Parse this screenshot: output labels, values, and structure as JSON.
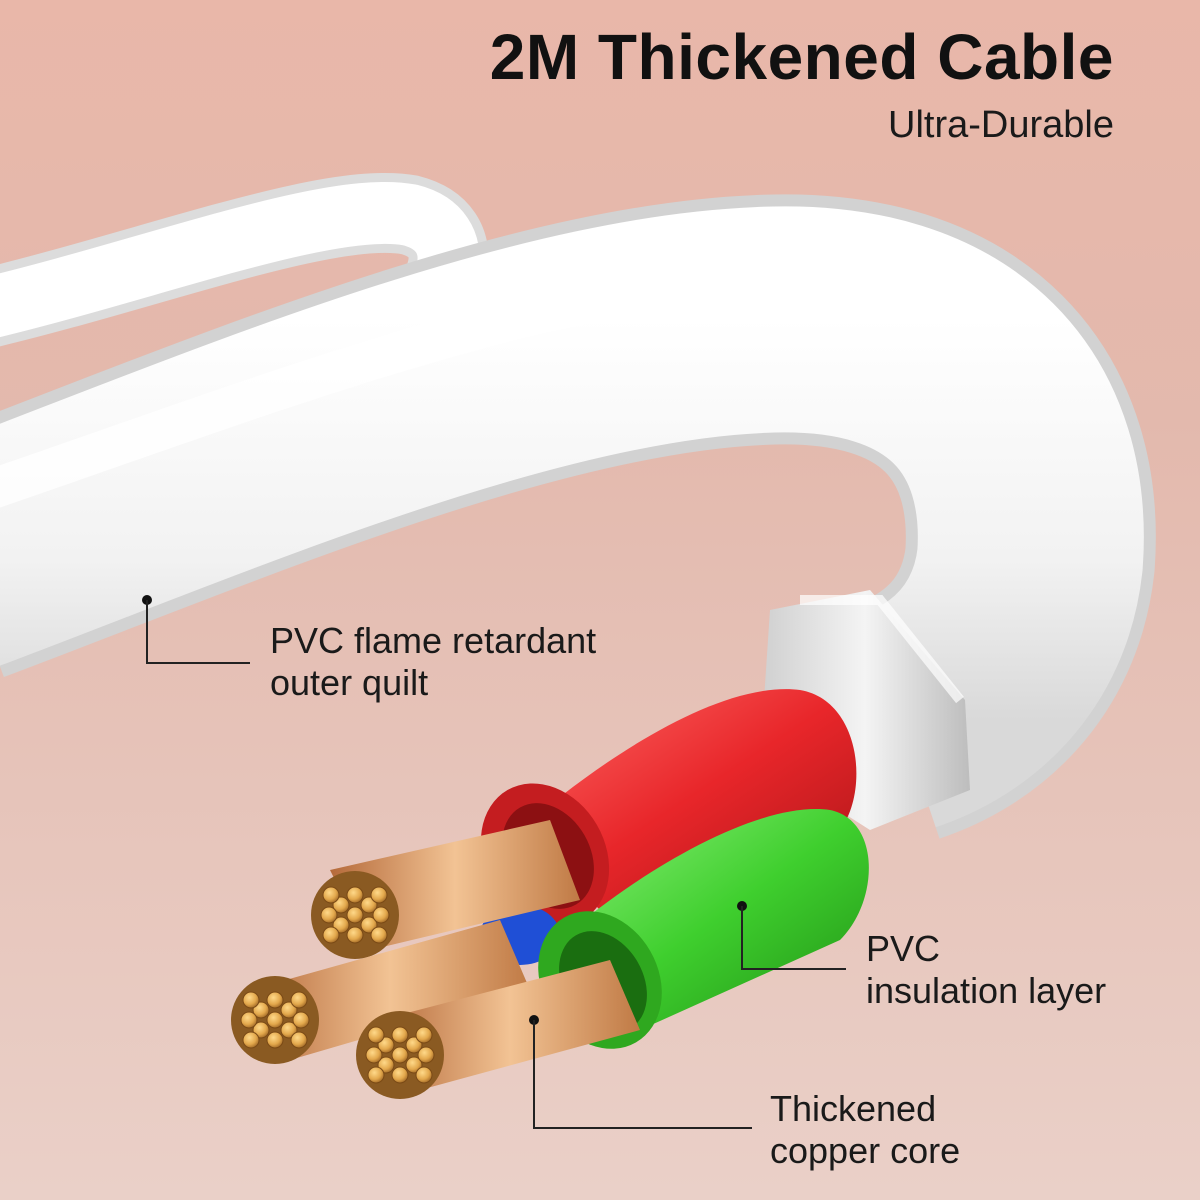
{
  "header": {
    "title": "2M Thickened Cable",
    "subtitle": "Ultra-Durable"
  },
  "callouts": {
    "outer": {
      "line1": "PVC flame retardant",
      "line2": "outer quilt"
    },
    "insulation": {
      "line1": "PVC",
      "line2": "insulation layer"
    },
    "copper": {
      "line1": "Thickened",
      "line2": "copper core"
    }
  },
  "colors": {
    "background": "#e6b8aa",
    "cable_jacket": "#ffffff",
    "wire_red": "#e8262a",
    "wire_green": "#3fcf2e",
    "wire_blue": "#1f4fd6",
    "copper": "#d99a5b"
  }
}
